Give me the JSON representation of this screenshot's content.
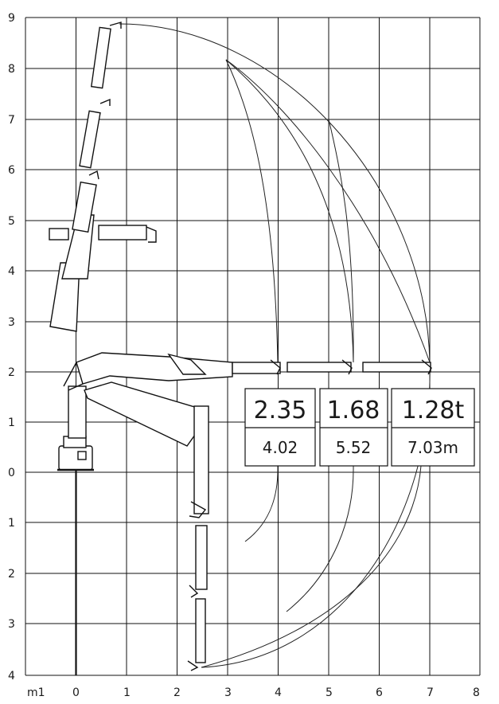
{
  "grid": {
    "y_labels_top": [
      "9",
      "8",
      "7",
      "6",
      "5",
      "4",
      "3",
      "2",
      "1",
      "0"
    ],
    "y_labels_bottom": [
      "1",
      "2",
      "3",
      "4"
    ],
    "x_labels": [
      "m1",
      "0",
      "1",
      "2",
      "3",
      "4",
      "5",
      "6",
      "7",
      "8"
    ]
  },
  "capacities": [
    {
      "load": "2.35",
      "reach": "4.02"
    },
    {
      "load": "1.68",
      "reach": "5.52"
    },
    {
      "load": "1.28t",
      "reach": "7.03m"
    }
  ]
}
